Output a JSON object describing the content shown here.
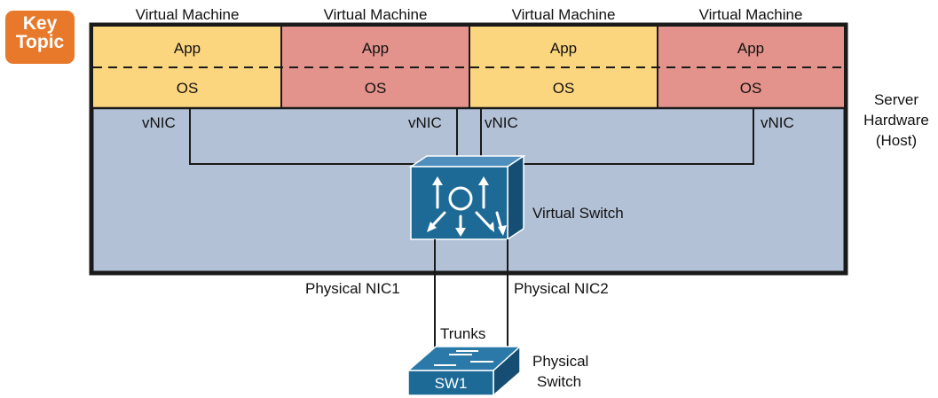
{
  "badge": {
    "line1": "Key",
    "line2": "Topic"
  },
  "vm_title": "Virtual Machine",
  "vms": [
    {
      "app_label": "App",
      "os_label": "OS",
      "nic_label": "vNIC",
      "fill": "#fcd57f"
    },
    {
      "app_label": "App",
      "os_label": "OS",
      "nic_label": "vNIC",
      "fill": "#e3938b"
    },
    {
      "app_label": "App",
      "os_label": "OS",
      "nic_label": "vNIC",
      "fill": "#fcd57f"
    },
    {
      "app_label": "App",
      "os_label": "OS",
      "nic_label": "vNIC",
      "fill": "#e3938b"
    }
  ],
  "server_label": [
    "Server",
    "Hardware",
    "(Host)"
  ],
  "virtual_switch_label": "Virtual Switch",
  "physical_nic1": "Physical NIC1",
  "physical_nic2": "Physical NIC2",
  "trunks_label": "Trunks",
  "physical_switch": {
    "name": "SW1",
    "label_line1": "Physical",
    "label_line2": "Switch"
  },
  "colors": {
    "host_fill": "#b3c1d6",
    "switch_blue": "#1e6a96",
    "badge_orange": "#e8792a"
  }
}
